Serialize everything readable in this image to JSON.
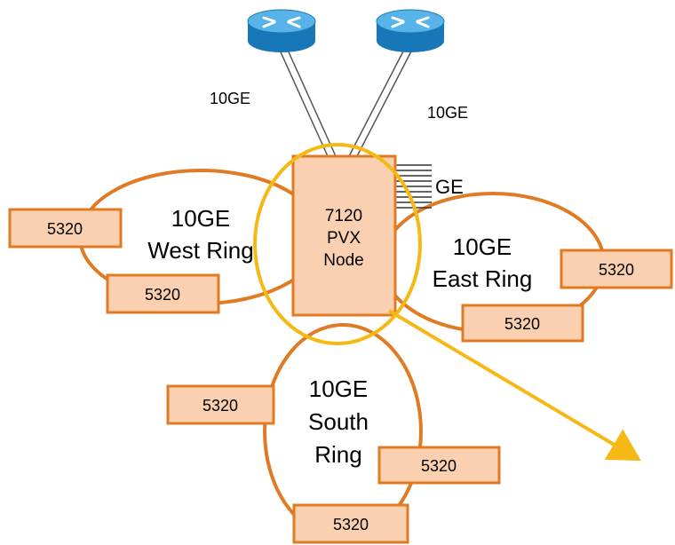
{
  "colors": {
    "ring": "#E07B24",
    "box_fill": "#FBD0B0",
    "box_stroke": "#E07B24",
    "highlight": "#F6B814",
    "router_body": "#1877B8",
    "router_top": "#58B4E8"
  },
  "icons": {
    "router": "router-icon"
  },
  "uplinks": {
    "left_label": "10GE",
    "right_label": "10GE"
  },
  "node": {
    "line1": "7120",
    "line2": "PVX",
    "line3": "Node",
    "ge_label": "GE"
  },
  "rings": {
    "west": {
      "line1": "10GE",
      "line2": "West Ring"
    },
    "east": {
      "line1": "10GE",
      "line2": "East Ring"
    },
    "south": {
      "line1": "10GE",
      "line2": "South",
      "line3": "Ring"
    }
  },
  "devices": {
    "west_top": "5320",
    "west_bottom": "5320",
    "east_top": "5320",
    "east_bottom": "5320",
    "south_left": "5320",
    "south_right": "5320",
    "south_bottom": "5320"
  }
}
